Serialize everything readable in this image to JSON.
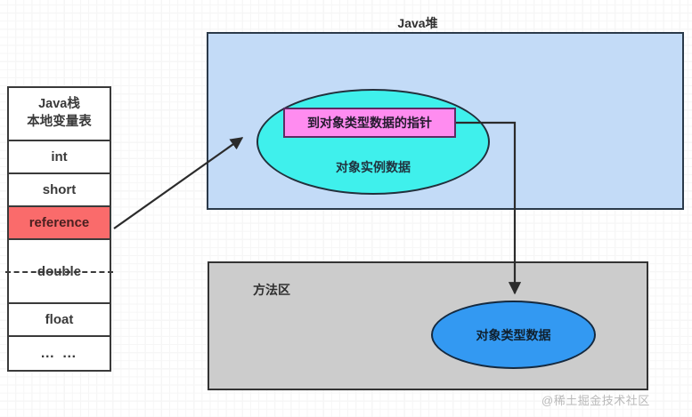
{
  "diagram": {
    "stack": {
      "header_line1": "Java栈",
      "header_line2": "本地变量表",
      "rows": [
        {
          "label": "int"
        },
        {
          "label": "short"
        },
        {
          "label": "reference"
        },
        {
          "label": "double"
        },
        {
          "label": "float"
        },
        {
          "label": "… …"
        }
      ],
      "highlight_color": "#fa6b6b",
      "highlight_row": "reference"
    },
    "heap": {
      "title": "Java堆",
      "fill_color": "#c3dbf7",
      "instance_ellipse": {
        "label": "对象实例数据",
        "fill_color": "#3ff0ec"
      },
      "pointer_box": {
        "label": "到对象类型数据的指针",
        "fill_color": "#ff8cf0"
      }
    },
    "method_area": {
      "title": "方法区",
      "fill_color": "#cccccc",
      "class_ellipse": {
        "label": "对象类型数据",
        "fill_color": "#3399f2"
      }
    },
    "connectors": [
      {
        "name": "reference-to-instance",
        "from": "reference",
        "to": "对象实例数据"
      },
      {
        "name": "pointer-to-class-data",
        "from": "到对象类型数据的指针",
        "to": "对象类型数据"
      }
    ],
    "watermark": "@稀土掘金技术社区"
  }
}
